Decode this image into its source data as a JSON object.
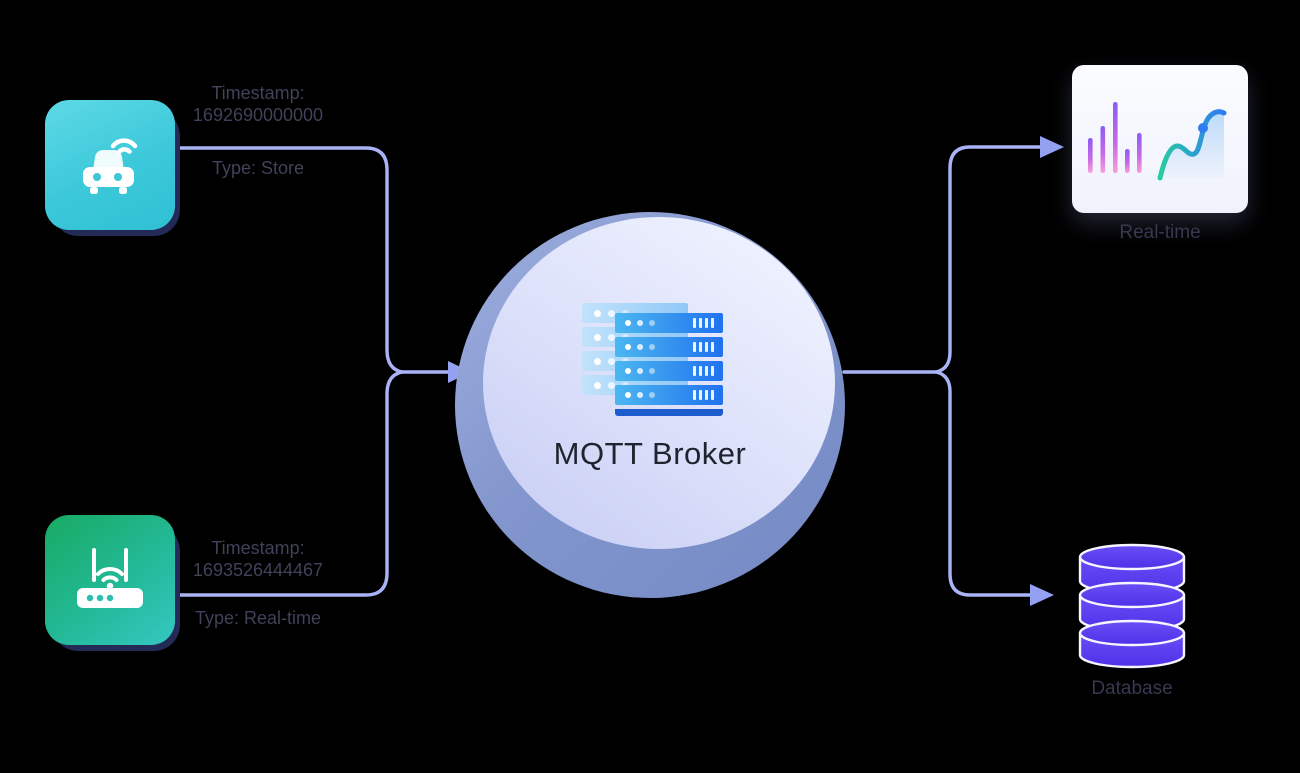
{
  "broker": {
    "label": "MQTT Broker",
    "icon": "server-rack-icon",
    "face_color": "#dfe4fb",
    "rim_color": "#8296cd"
  },
  "publishers": {
    "car": {
      "icon": "car-wifi-icon",
      "card_colors": [
        "#5ed9e5",
        "#2fc0d4"
      ],
      "timestamp_label": "Timestamp:",
      "timestamp_value": "1692690000000",
      "type_text": "Type: Store"
    },
    "router": {
      "icon": "wifi-router-icon",
      "card_colors": [
        "#18aa62",
        "#35c7c2"
      ],
      "timestamp_label": "Timestamp:",
      "timestamp_value": "1693526444467",
      "type_text": "Type: Real-time"
    }
  },
  "subscribers": {
    "realtime": {
      "label": "Real-time",
      "icon": "trend-chart-icon",
      "bar_heights": [
        35,
        47,
        71,
        24,
        40
      ],
      "bar_gradient": [
        "#8a5cf4",
        "#f87fd2"
      ],
      "line_gradient": [
        "#28cba2",
        "#2f7cf2"
      ]
    },
    "database": {
      "label": "Database",
      "icon": "database-cylinders-icon",
      "fill_color": "#5a3ef0"
    }
  },
  "connectors": {
    "color": "#a9b3f5",
    "arrow_color": "#94a1f3",
    "flow": "devices -> MQTT Broker -> Real-time / Database"
  }
}
